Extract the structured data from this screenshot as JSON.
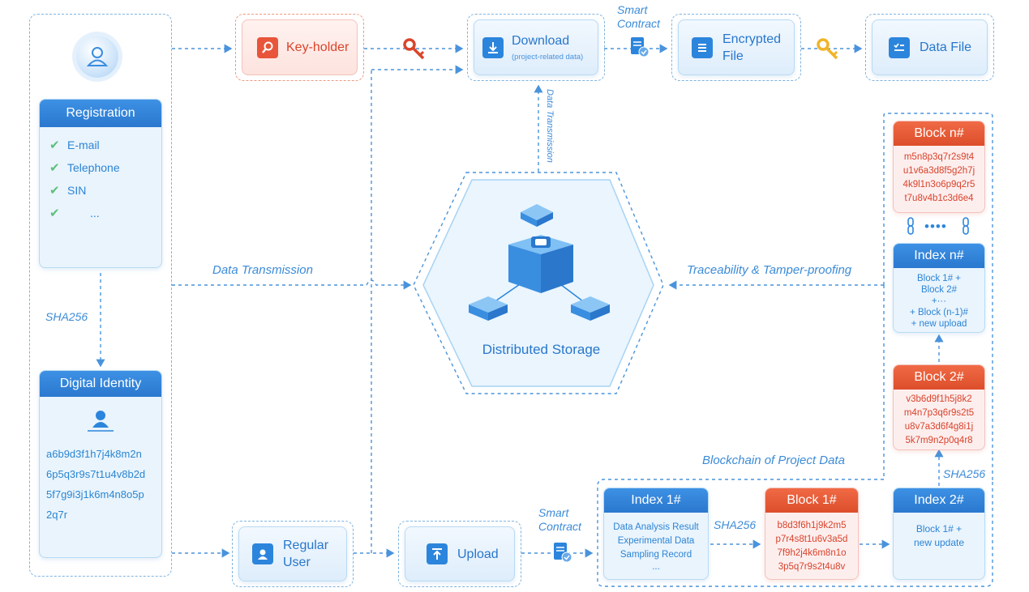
{
  "registration": {
    "title": "Registration",
    "items": [
      "E-mail",
      "Telephone",
      "SIN",
      "..."
    ]
  },
  "sha256": "SHA256",
  "digital_identity": {
    "title": "Digital Identity",
    "hash_lines": [
      "a6b9d3f1h7j4k8m2n",
      "6p5q3r9s7t1u4v8b2d",
      "5f7g9i3j1k6m4n8o5p",
      "2q7r"
    ]
  },
  "key_holder": "Key-holder",
  "download": {
    "label": "Download",
    "sub": "(project-related data)"
  },
  "smart_contract": [
    "Smart",
    "Contract"
  ],
  "encrypted_file": [
    "Encrypted",
    "File"
  ],
  "data_file": "Data File",
  "data_transmission": "Data Transmission",
  "data_transmission_vertical": "Data Transmission",
  "distributed_storage": "Distributed Storage",
  "traceability": "Traceability & Tamper-proofing",
  "blockchain_label": "Blockchain of Project Data",
  "regular_user": [
    "Regular",
    "User"
  ],
  "upload": "Upload",
  "block_n": {
    "title": "Block n#",
    "hash_lines": [
      "m5n8p3q7r2s9t4",
      "u1v6a3d8f5g2h7j",
      "4k9l1n3o6p9q2r5",
      "t7u8v4b1c3d6e4"
    ]
  },
  "chain_dots": "••••",
  "index_n": {
    "title": "Index n#",
    "lines": [
      "Block 1# +",
      "Block 2#",
      "+···",
      "+ Block (n-1)#",
      "+ new upload"
    ]
  },
  "block_2": {
    "title": "Block 2#",
    "hash_lines": [
      "v3b6d9f1h5j8k2",
      "m4n7p3q6r9s2t5",
      "u8v7a3d6f4g8i1j",
      "5k7m9n2p0q4r8"
    ]
  },
  "index_1": {
    "title": "Index 1#",
    "lines": [
      "Data Analysis Result",
      "Experimental Data",
      "Sampling Record",
      "..."
    ]
  },
  "block_1": {
    "title": "Block 1#",
    "hash_lines": [
      "b8d3f6h1j9k2m5",
      "p7r4s8t1u6v3a5d",
      "7f9h2j4k6m8n1o",
      "3p5q7r9s2t4u8v"
    ]
  },
  "index_2": {
    "title": "Index 2#",
    "lines": [
      "Block 1# +",
      "new update"
    ]
  }
}
